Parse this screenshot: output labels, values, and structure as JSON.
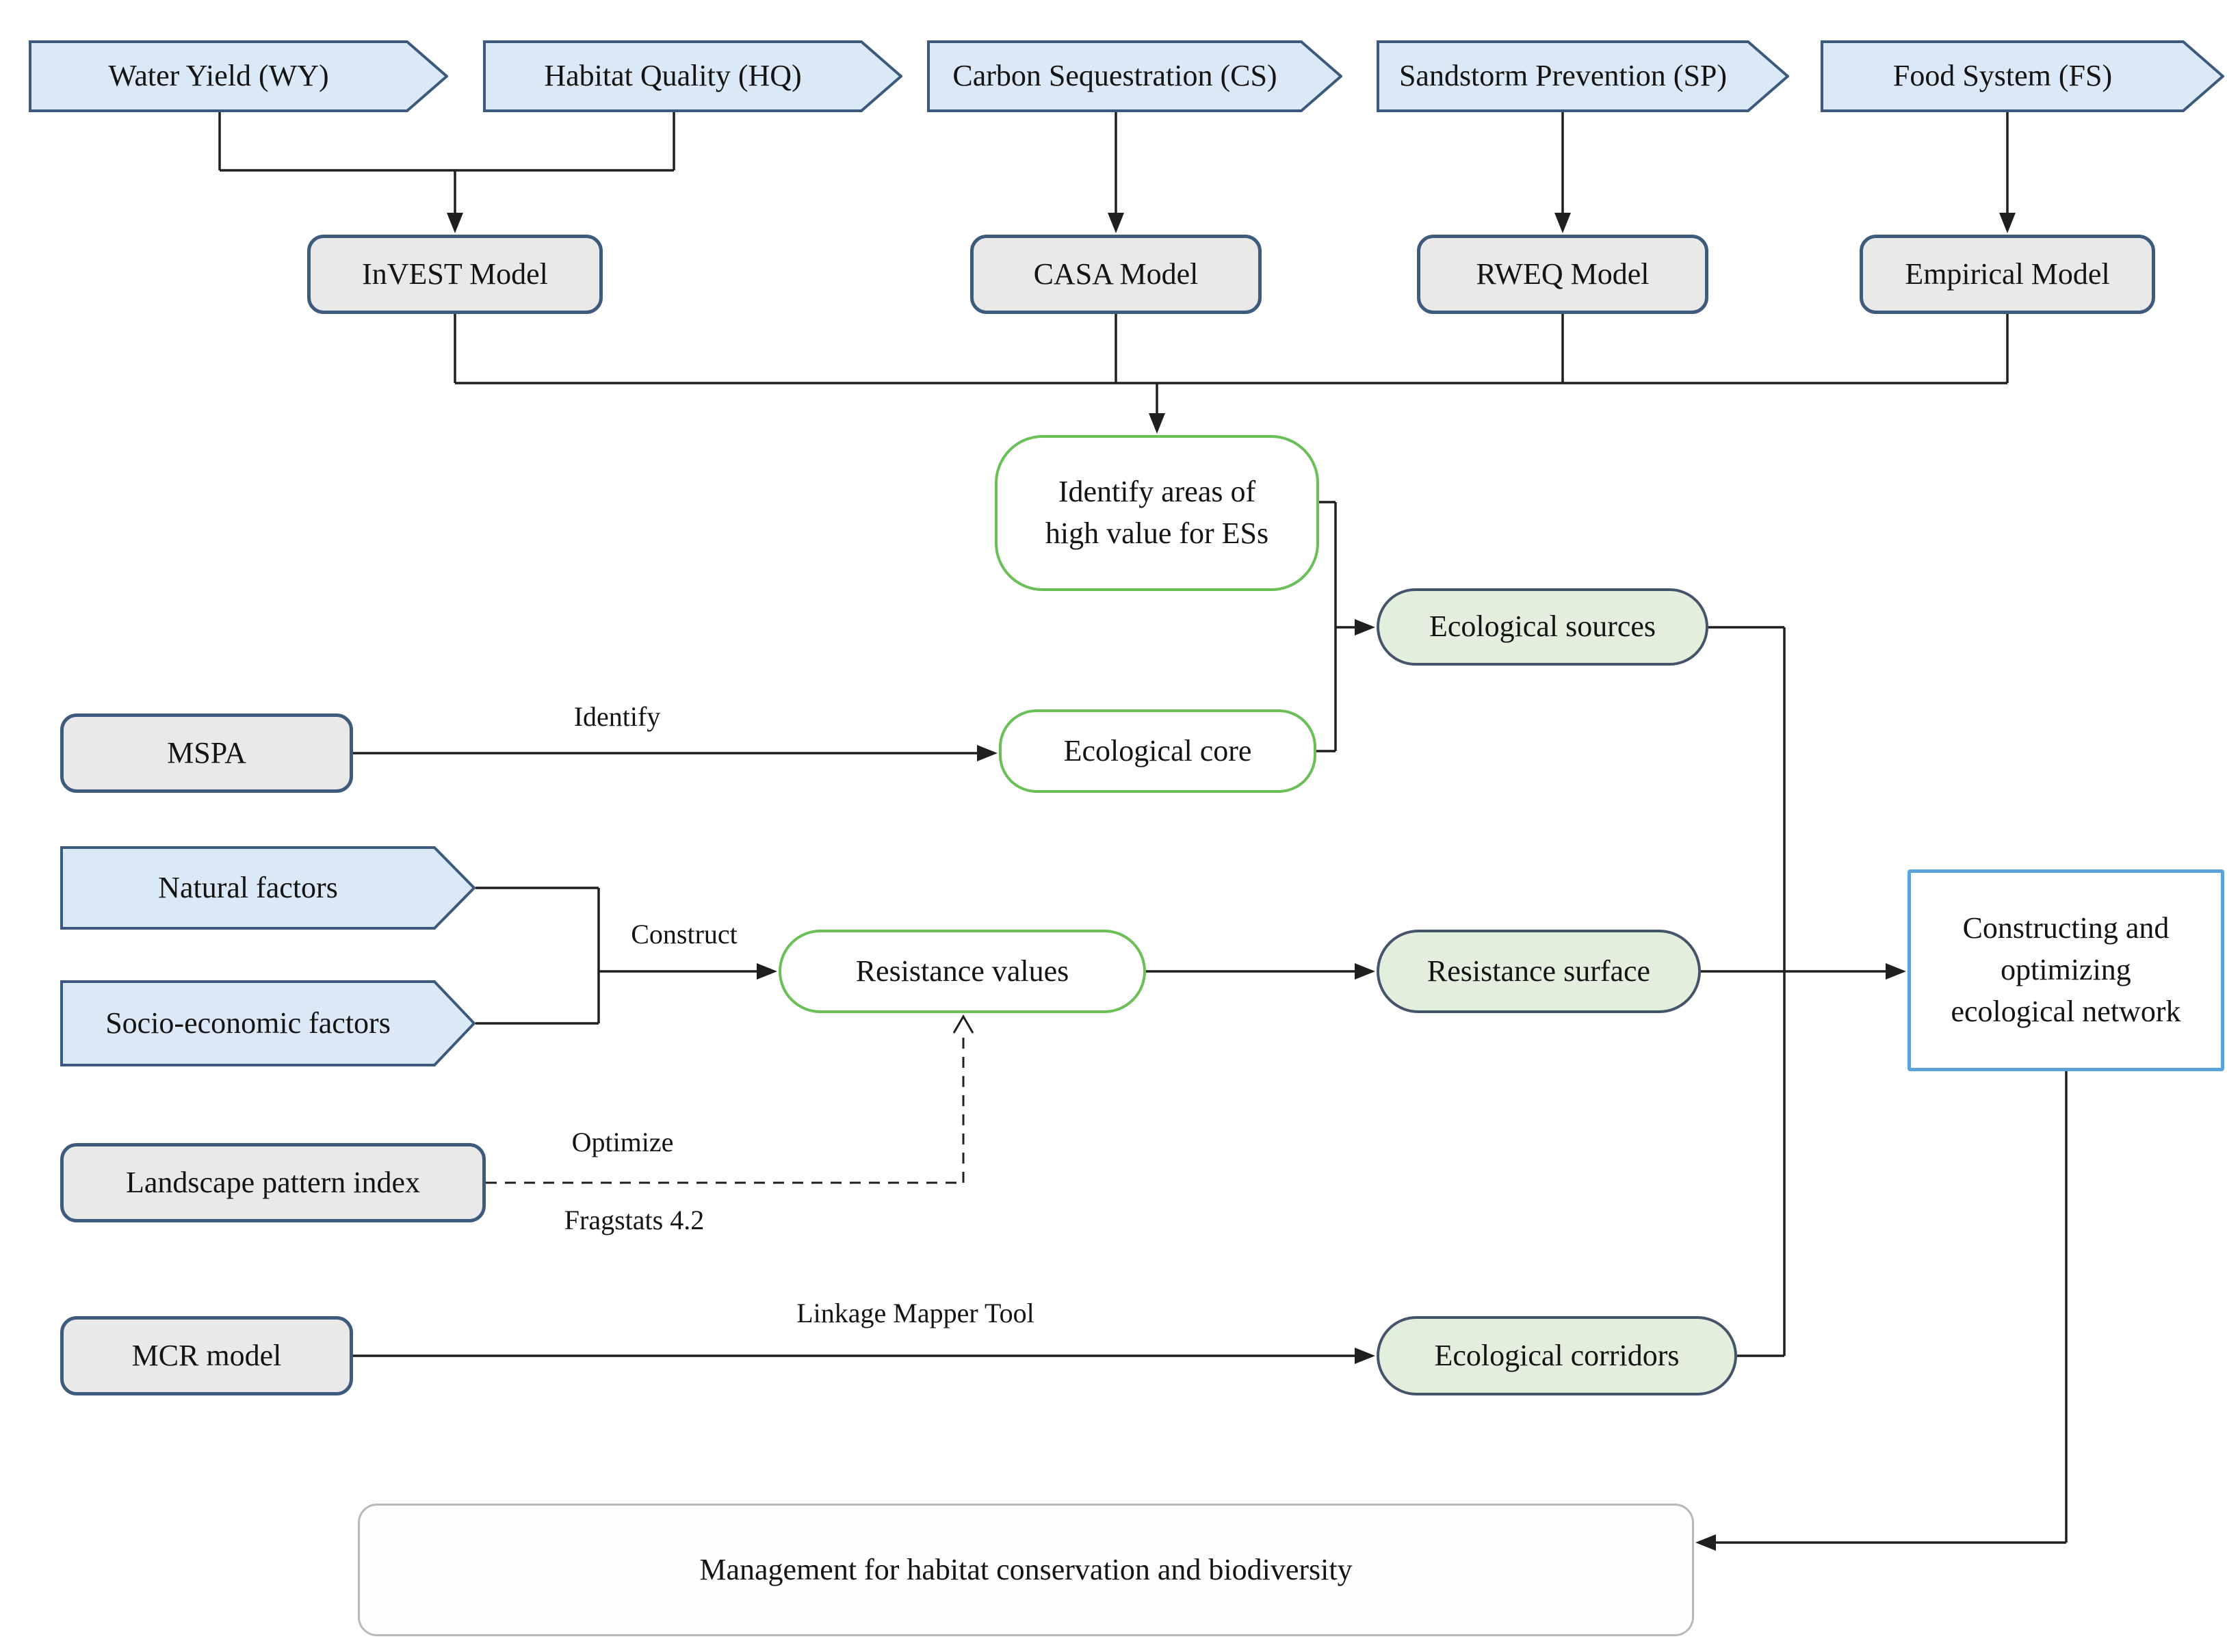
{
  "figure": {
    "background": "#ffffff"
  },
  "colors": {
    "blue-fill": "#dbe9f6",
    "blue-border": "#3c5a7d",
    "gray-fill": "#e9e9e9",
    "gray-border": "#3e5a7d",
    "green-fill": "#e3efdc",
    "green-border-dark": "#44546a",
    "green-outline": "#6abf57",
    "light-blue-border": "#5ba3dc",
    "mgmt-border": "#b9b9b9",
    "line": "#1f1f1f",
    "text": "#141414"
  },
  "nodes": {
    "water_yield": {
      "label": "Water Yield (WY)"
    },
    "habitat_quality": {
      "label": "Habitat Quality (HQ)"
    },
    "carbon_sequestration": {
      "label": "Carbon Sequestration (CS)"
    },
    "sandstorm_prevention": {
      "label": "Sandstorm Prevention (SP)"
    },
    "food_system": {
      "label": "Food System (FS)"
    },
    "invest_model": {
      "label": "InVEST Model"
    },
    "casa_model": {
      "label": "CASA Model"
    },
    "rweq_model": {
      "label": "RWEQ Model"
    },
    "empirical_model": {
      "label": "Empirical Model"
    },
    "identify_areas": {
      "label": "Identify areas of\nhigh value for ESs"
    },
    "ecological_sources": {
      "label": "Ecological sources"
    },
    "mspa": {
      "label": "MSPA"
    },
    "ecological_core": {
      "label": "Ecological core"
    },
    "natural_factors": {
      "label": "Natural factors"
    },
    "socio_economic_factors": {
      "label": "Socio-economic factors"
    },
    "resistance_values": {
      "label": "Resistance values"
    },
    "resistance_surface": {
      "label": "Resistance surface"
    },
    "constructing_network": {
      "label": "Constructing and\noptimizing\necological network"
    },
    "landscape_pattern_index": {
      "label": "Landscape pattern index"
    },
    "mcr_model": {
      "label": "MCR model"
    },
    "ecological_corridors": {
      "label": "Ecological corridors"
    },
    "management": {
      "label": "Management for habitat conservation and biodiversity"
    }
  },
  "edge_labels": {
    "identify": "Identify",
    "construct": "Construct",
    "optimize": "Optimize",
    "fragstats": "Fragstats 4.2",
    "linkage": "Linkage Mapper Tool"
  }
}
